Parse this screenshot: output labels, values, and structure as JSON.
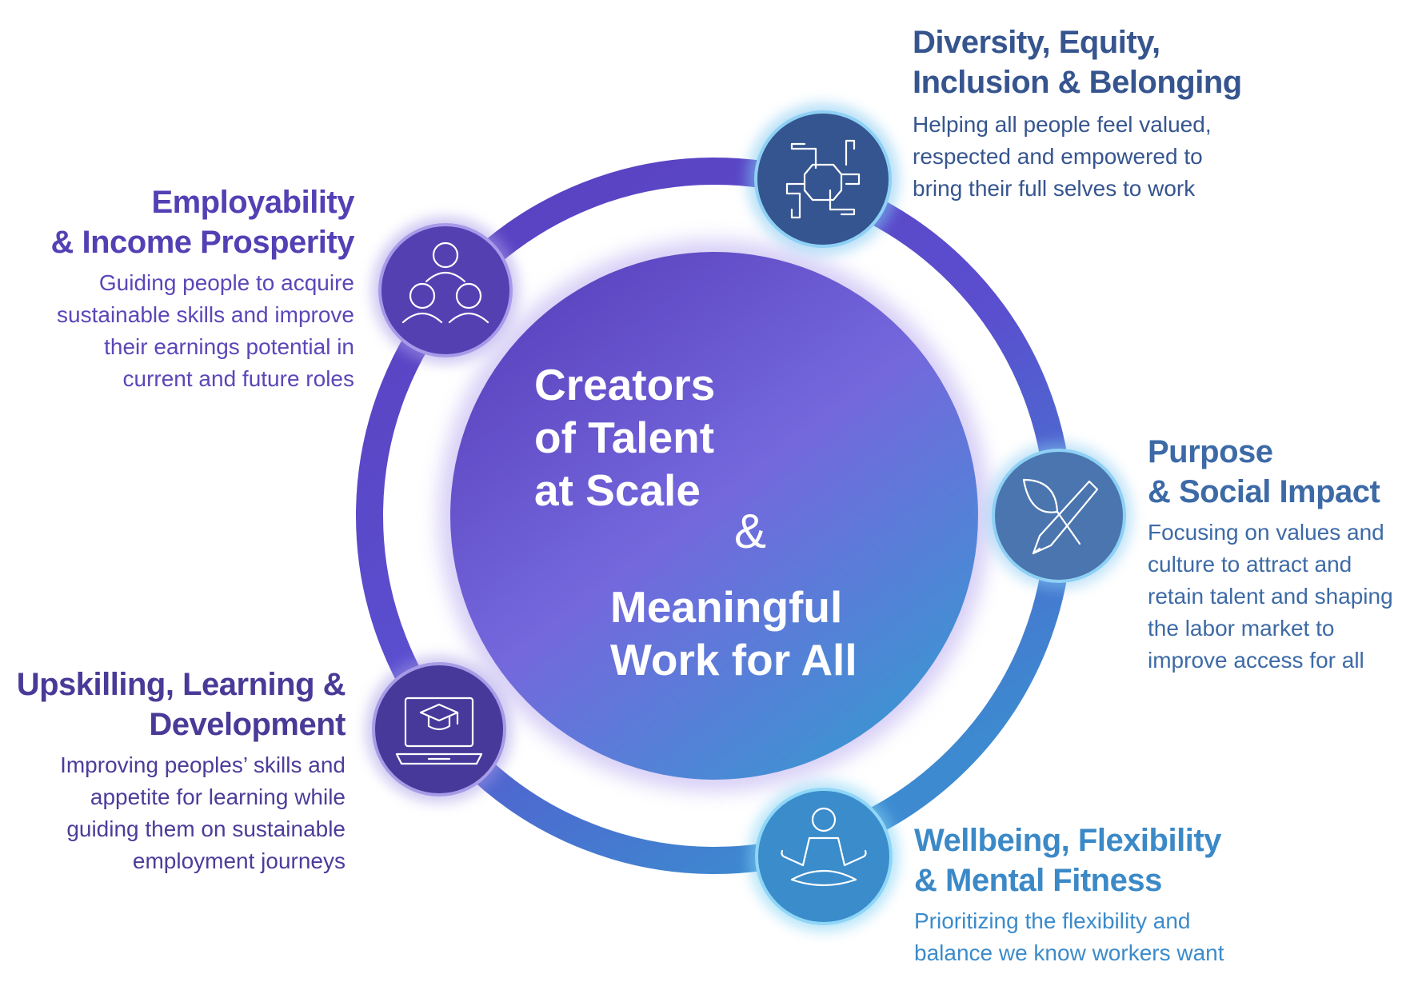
{
  "center": {
    "line1": "Creators",
    "line2": "of Talent",
    "line3": "at Scale",
    "ampersand": "&",
    "line4": "Meaningful",
    "line5": "Work for All"
  },
  "pillars": {
    "dei": {
      "title_1": "Diversity, Equity,",
      "title_2": "Inclusion & Belonging",
      "desc_1": "Helping all people feel valued,",
      "desc_2": "respected and empowered to",
      "desc_3": "bring their full selves to work",
      "icon": "hands-together-icon",
      "color": "#36558f"
    },
    "employability": {
      "title_1": "Employability",
      "title_2": "& Income Prosperity",
      "desc_1": "Guiding people to acquire",
      "desc_2": "sustainable skills and improve",
      "desc_3": "their earnings potential in",
      "desc_4": "current and future roles",
      "icon": "people-group-icon",
      "color": "#5440b4"
    },
    "purpose": {
      "title_1": "Purpose",
      "title_2": "& Social Impact",
      "desc_1": "Focusing on values and",
      "desc_2": "culture to attract and",
      "desc_3": "retain talent and shaping",
      "desc_4": "the labor market to",
      "desc_5": "improve access for all",
      "icon": "pencil-leaf-icon",
      "color": "#3d6aa6"
    },
    "upskilling": {
      "title_1": "Upskilling, Learning &",
      "title_2": "Development",
      "desc_1": "Improving peoples’ skills and",
      "desc_2": "appetite for learning while",
      "desc_3": "guiding them on sustainable",
      "desc_4": "employment journeys",
      "icon": "laptop-graduation-icon",
      "color": "#4a3a98"
    },
    "wellbeing": {
      "title_1": "Wellbeing, Flexibility",
      "title_2": "& Mental Fitness",
      "desc_1": "Prioritizing the flexibility and",
      "desc_2": "balance we know workers want",
      "icon": "meditation-icon",
      "color": "#3b89c7"
    }
  }
}
